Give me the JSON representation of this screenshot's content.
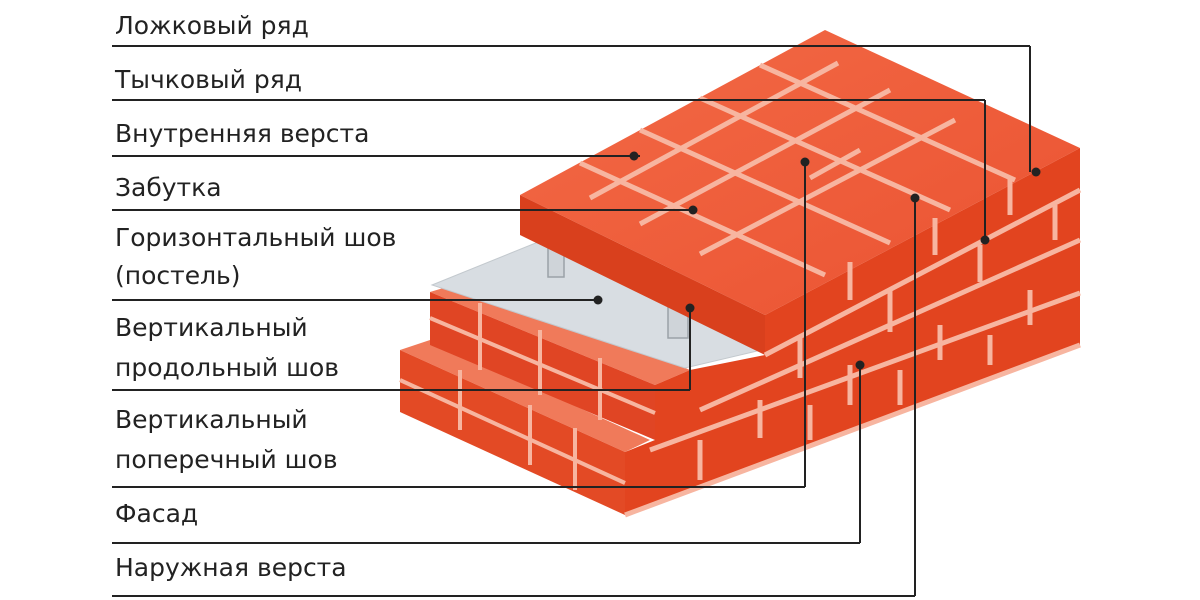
{
  "labels": {
    "stretcher_course": "Ложковый ряд",
    "header_course": "Тычковый ряд",
    "inner_wythe": "Внутренняя верста",
    "rubble_fill": "Забутка",
    "bed_joint_line1": "Горизонтальный шов",
    "bed_joint_line2": "(постель)",
    "longitudinal_joint_line1": "Вертикальный",
    "longitudinal_joint_line2": "продольный шов",
    "transverse_joint_line1": "Вертикальный",
    "transverse_joint_line2": "поперечный шов",
    "facade": "Фасад",
    "outer_wythe": "Наружная верста"
  },
  "colors": {
    "brick_top": "#ef5a36",
    "brick_face": "#e0431f",
    "brick_side": "#c83416",
    "mortar": "#f6b39b",
    "bed_joint": "#d6dbe0",
    "leader": "#222222"
  }
}
